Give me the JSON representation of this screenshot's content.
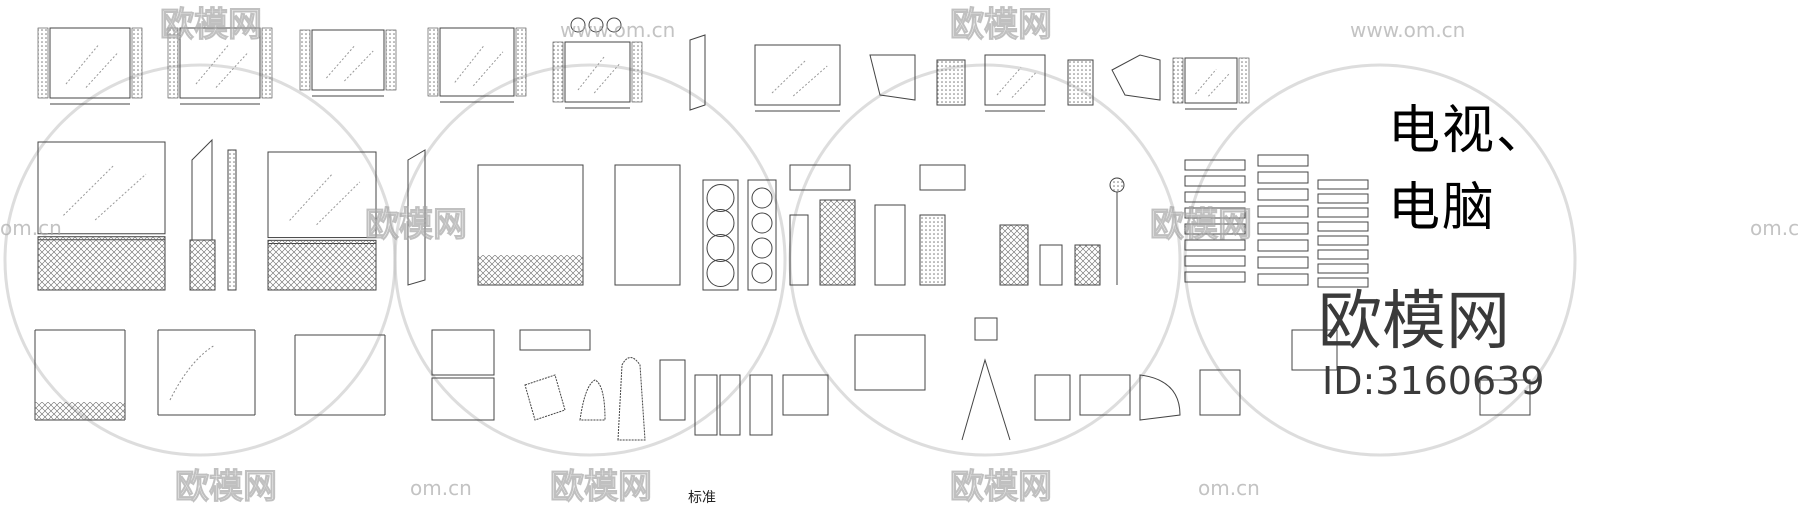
{
  "title": {
    "line1": "电视、",
    "line2": "电脑"
  },
  "brand": {
    "name": "欧模网",
    "id": "ID:3160639"
  },
  "labels": {
    "standard": "标准"
  },
  "watermark": {
    "text": "欧模网",
    "url": "www.om.cn",
    "url_short": "om.cn"
  },
  "colors": {
    "line": "#444444",
    "watermark": "#bbbbbb",
    "text": "#000000"
  }
}
